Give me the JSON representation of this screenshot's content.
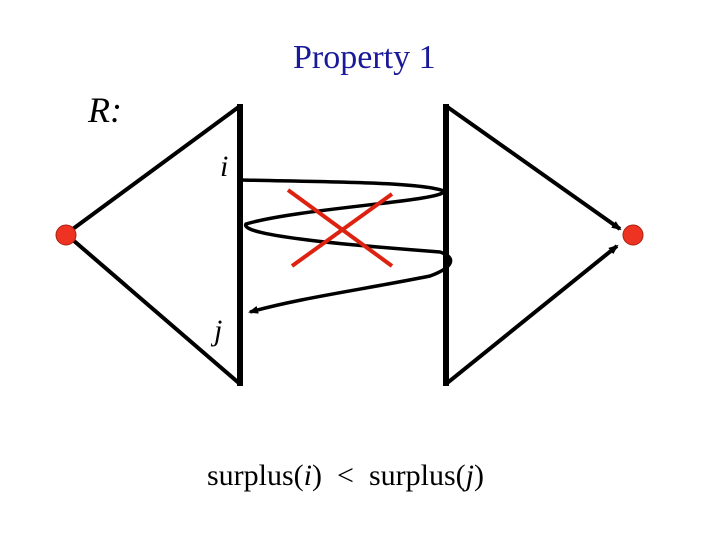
{
  "title": "Property 1",
  "graph_label": "R:",
  "node_labels": {
    "i": "i",
    "j": "j"
  },
  "formula": {
    "left_fn": "surplus(",
    "left_var": "i",
    "left_close": ")",
    "operator": "<",
    "right_fn": "surplus(",
    "right_var": "j",
    "right_close": ")"
  },
  "colors": {
    "title": "#1a1a99",
    "edges": "#000000",
    "node_fill": "#ee3322",
    "cross": "#dd2211"
  }
}
